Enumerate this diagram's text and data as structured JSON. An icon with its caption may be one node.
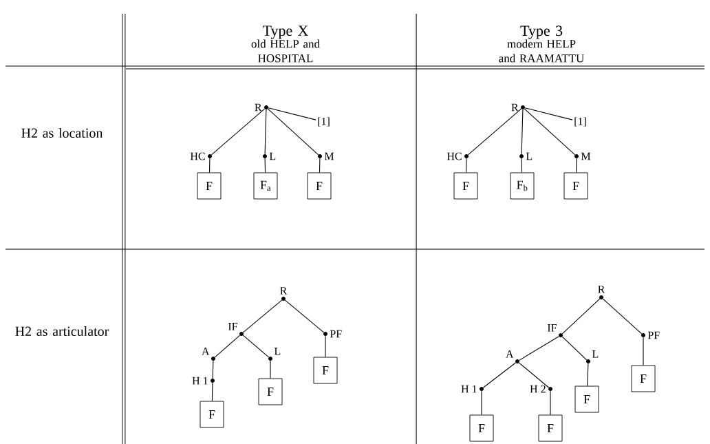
{
  "diagram": {
    "nodes": [
      {
        "text": [
          "R"
        ]
      },
      {
        "text": [
          "[1]"
        ]
      },
      {
        "text": [
          "HC"
        ]
      },
      {
        "text": [
          "L"
        ]
      },
      {
        "text": [
          "M"
        ]
      },
      {
        "text": [
          "F"
        ]
      },
      {
        "text": [
          "F$_{a}$"
        ]
      },
      {
        "text": [
          "F"
        ]
      },
      {
        "text": [
          "R"
        ]
      },
      {
        "text": [
          "[1]"
        ]
      },
      {
        "text": [
          "HC"
        ]
      },
      {
        "text": [
          "L"
        ]
      },
      {
        "text": [
          "M"
        ]
      },
      {
        "text": [
          "F"
        ]
      },
      {
        "text": [
          "F$_{b}$"
        ]
      },
      {
        "text": [
          "F"
        ]
      },
      {
        "text": [
          "R"
        ]
      },
      {
        "text": [
          "IF"
        ]
      },
      {
        "text": [
          "PF"
        ]
      },
      {
        "text": [
          "A"
        ]
      },
      {
        "text": [
          "L"
        ]
      },
      {
        "text": [
          "H 1"
        ]
      },
      {
        "text": [
          "F"
        ]
      },
      {
        "text": [
          "F"
        ]
      },
      {
        "text": [
          "F"
        ]
      },
      {
        "text": [
          "R"
        ]
      },
      {
        "text": [
          "IF"
        ]
      },
      {
        "text": [
          "PF"
        ]
      },
      {
        "text": [
          "A"
        ]
      },
      {
        "text": [
          "L"
        ]
      },
      {
        "text": [
          "H 1"
        ]
      },
      {
        "text": [
          "H 2"
        ]
      },
      {
        "text": [
          "F"
        ]
      },
      {
        "text": [
          "F"
        ]
      },
      {
        "text": [
          "F"
        ]
      },
      {
        "text": [
          "F"
        ]
      }
    ],
    "edges": [
      {
        "from": 0,
        "to": 2,
        "arrow": "none"
      },
      {
        "from": 0,
        "to": 3,
        "arrow": "none"
      },
      {
        "from": 0,
        "to": 4,
        "arrow": "none"
      },
      {
        "from": 0,
        "to": 1,
        "arrow": "none"
      },
      {
        "from": 2,
        "to": 5,
        "arrow": "none"
      },
      {
        "from": 3,
        "to": 6,
        "arrow": "none"
      },
      {
        "from": 4,
        "to": 7,
        "arrow": "none"
      },
      {
        "from": 8,
        "to": 10,
        "arrow": "none"
      },
      {
        "from": 8,
        "to": 11,
        "arrow": "none"
      },
      {
        "from": 8,
        "to": 12,
        "arrow": "none"
      },
      {
        "from": 8,
        "to": 9,
        "arrow": "none"
      },
      {
        "from": 10,
        "to": 13,
        "arrow": "none"
      },
      {
        "from": 11,
        "to": 14,
        "arrow": "none"
      },
      {
        "from": 12,
        "to": 15,
        "arrow": "none"
      },
      {
        "from": 16,
        "to": 17,
        "arrow": "none"
      },
      {
        "from": 16,
        "to": 18,
        "arrow": "none"
      },
      {
        "from": 17,
        "to": 19,
        "arrow": "none"
      },
      {
        "from": 17,
        "to": 20,
        "arrow": "none"
      },
      {
        "from": 19,
        "to": 21,
        "arrow": "none"
      },
      {
        "from": 21,
        "to": 22,
        "arrow": "none"
      },
      {
        "from": 20,
        "to": 23,
        "arrow": "none"
      },
      {
        "from": 18,
        "to": 24,
        "arrow": "none"
      },
      {
        "from": 25,
        "to": 26,
        "arrow": "none"
      },
      {
        "from": 25,
        "to": 27,
        "arrow": "none"
      },
      {
        "from": 26,
        "to": 28,
        "arrow": "none"
      },
      {
        "from": 26,
        "to": 29,
        "arrow": "none"
      },
      {
        "from": 28,
        "to": 30,
        "arrow": "none"
      },
      {
        "from": 28,
        "to": 31,
        "arrow": "none"
      },
      {
        "from": 30,
        "to": 32,
        "arrow": "none"
      },
      {
        "from": 31,
        "to": 33,
        "arrow": "none"
      },
      {
        "from": 29,
        "to": 34,
        "arrow": "none"
      },
      {
        "from": 27,
        "to": 35,
        "arrow": "none"
      }
    ],
    "labels": [
      "Type X",
      "old HELP and HOSPITAL",
      "Type 3",
      "modern HELP and RAAMATTU",
      "H2 as location",
      "H2 as articulator"
    ]
  }
}
